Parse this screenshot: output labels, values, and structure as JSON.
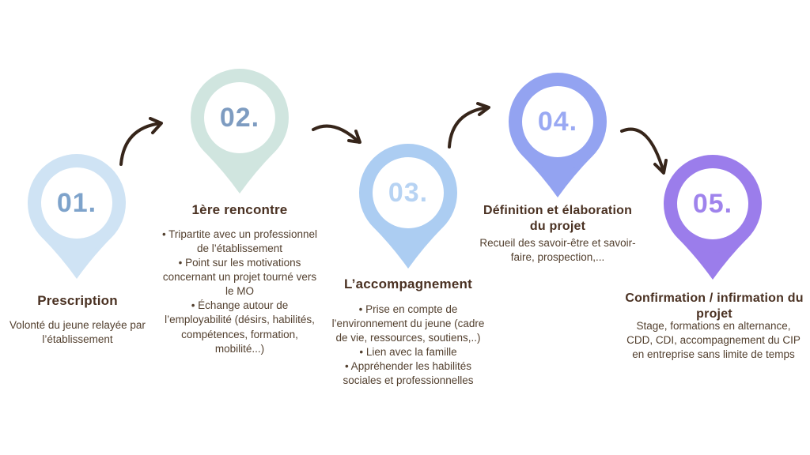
{
  "canvas": {
    "background": "#ffffff"
  },
  "text_colors": {
    "heading": "#4a3122",
    "body": "#53402f"
  },
  "arrows": {
    "color": "#36251a",
    "icon": "curved-arrow-icon",
    "count": 4
  },
  "steps": [
    {
      "number": "01.",
      "title": "Prescription",
      "description": "Volonté du jeune relayée par l’établissement",
      "pin_color": "#cfe3f4",
      "number_color": "#7ea3cb"
    },
    {
      "number": "02.",
      "title": "1ère rencontre",
      "bullets": [
        "Tripartite avec un professionnel de l’établissement",
        "Point sur les motivations concernant un projet tourné vers le MO",
        "Échange autour de l’employabilité (désirs, habilités, compétences, formation, mobilité...)"
      ],
      "pin_color": "#d0e5df",
      "number_color": "#7e9cc1"
    },
    {
      "number": "03.",
      "title": "L’accompagnement",
      "bullets": [
        "Prise en compte de l’environnement du jeune (cadre de vie, ressources, soutiens,..)",
        "Lien avec la famille",
        "Appréhender les habilités sociales et professionnelles"
      ],
      "pin_color": "#accdf2",
      "number_color": "#b7d3f3"
    },
    {
      "number": "04.",
      "title": "Définition et élaboration du projet",
      "description": "Recueil des savoir-être et savoir-faire, prospection,...",
      "pin_color": "#93a3f1",
      "number_color": "#9aa9f3"
    },
    {
      "number": "05.",
      "title": "Confirmation / infirmation du projet",
      "description": "Stage, formations en alternance, CDD, CDI, accompagnement du CIP en entreprise sans limite de temps",
      "pin_color": "#9b7deb",
      "number_color": "#9f83ec"
    }
  ]
}
